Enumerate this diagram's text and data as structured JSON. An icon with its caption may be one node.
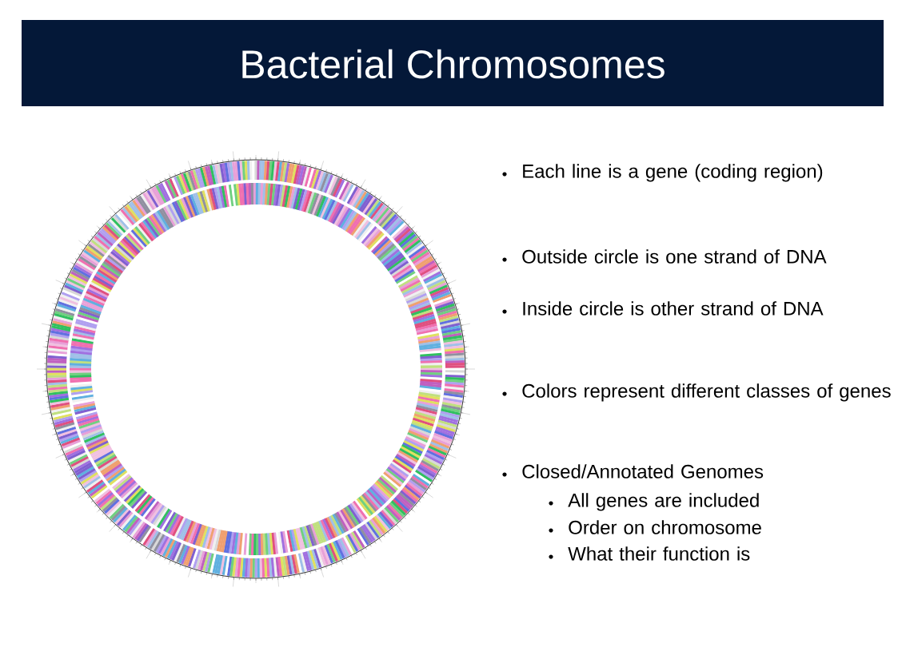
{
  "diagram": {
    "title": "Bacterial Chromosomes",
    "labels": [
      "Each line is a gene (coding region)",
      "Outside circle is one strand of DNA",
      "Inside circle is other strand of DNA",
      "Colors represent different classes of genes",
      "Closed/Annotated Genomes",
      "All genes are included",
      "Order on chromosome",
      "What their function is"
    ]
  }
}
